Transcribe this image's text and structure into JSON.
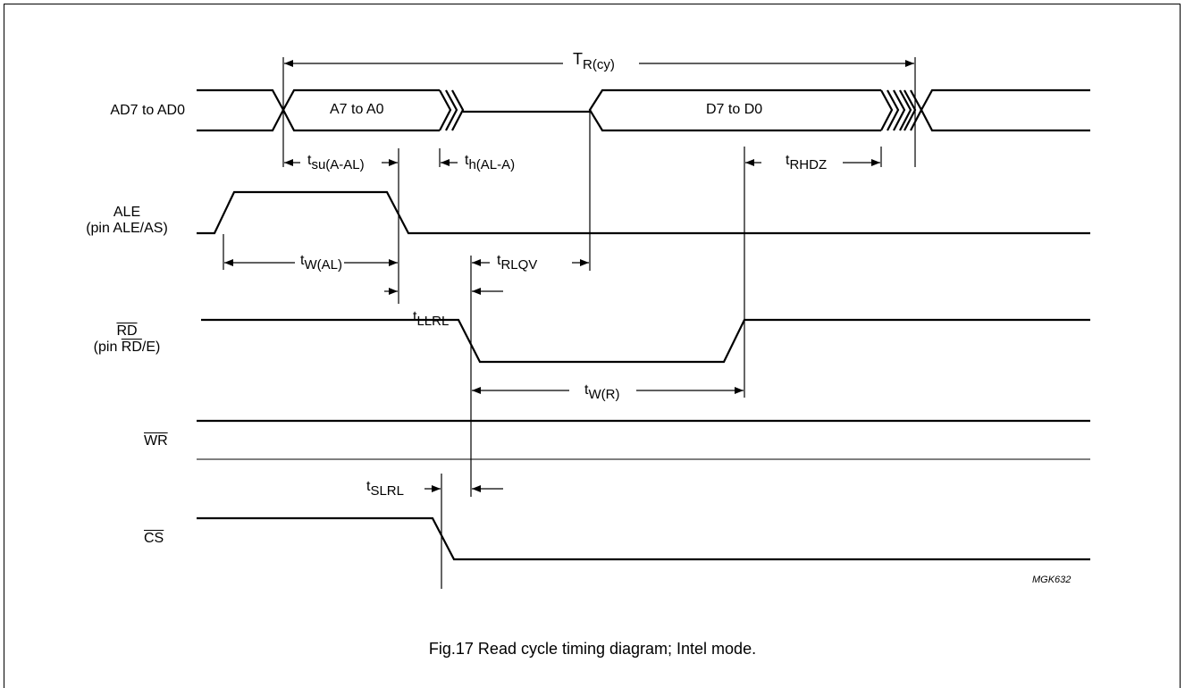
{
  "signals": {
    "ad": "AD7 to AD0",
    "ale_line1": "ALE",
    "ale_line2": "(pin ALE/AS)",
    "rd_line1": "RD",
    "rd_line2_pre": "(pin ",
    "rd_line2_bar": "RD",
    "rd_line2_post": "/E)",
    "wr": "WR",
    "cs": "CS"
  },
  "bus": {
    "address": "A7 to A0",
    "data": "D7 to D0"
  },
  "timing": {
    "tr_main": "T",
    "tr_sub": "R(cy)",
    "tsu_main": "t",
    "tsu_sub": "su(A-AL)",
    "th_main": "t",
    "th_sub": "h(AL-A)",
    "trhdz_main": "t",
    "trhdz_sub": "RHDZ",
    "tw_al_main": "t",
    "tw_al_sub": "W(AL)",
    "trlqv_main": "t",
    "trlqv_sub": "RLQV",
    "tllrl_main": "t",
    "tllrl_sub": "LLRL",
    "tw_r_main": "t",
    "tw_r_sub": "W(R)",
    "tslrl_main": "t",
    "tslrl_sub": "SLRL"
  },
  "figure_code": "MGK632",
  "caption": "Fig.17  Read cycle timing diagram; Intel mode."
}
